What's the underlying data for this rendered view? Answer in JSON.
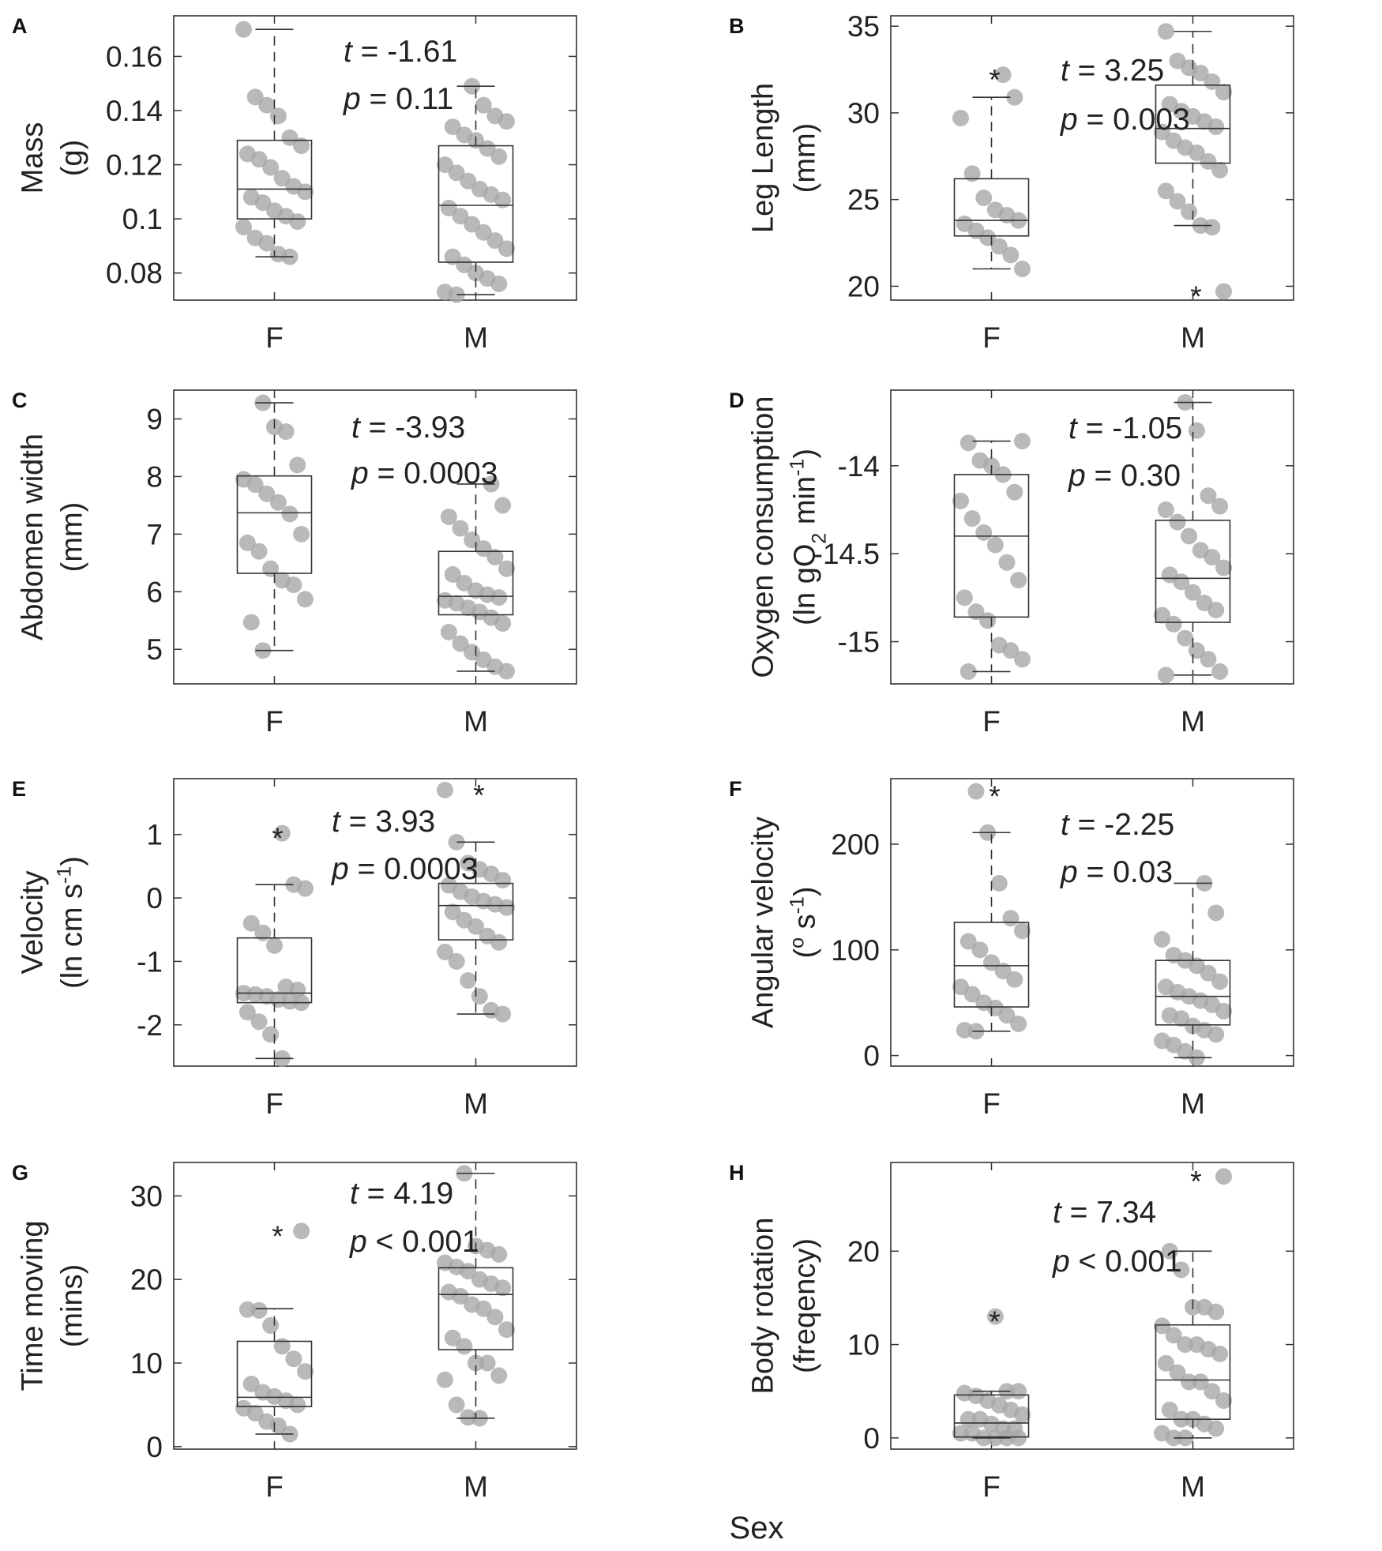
{
  "x_label": "Sex",
  "chart_data": [
    {
      "panel": "A",
      "type": "box",
      "categories": [
        "F",
        "M"
      ],
      "ylabel": [
        "Mass",
        "(g)"
      ],
      "ylim": [
        0.07,
        0.175
      ],
      "yticks": [
        0.08,
        0.1,
        0.12,
        0.14,
        0.16
      ],
      "ytick_labels": [
        "0.08",
        "0.1",
        "0.12",
        "0.14",
        "0.16"
      ],
      "annotation": {
        "t": "-1.61",
        "p_op": "=",
        "p": "0.11"
      },
      "boxes": [
        {
          "q1": 0.1,
          "median": 0.111,
          "q3": 0.129,
          "whisker_low": 0.086,
          "whisker_high": 0.17,
          "outliers": [],
          "points": [
            0.17,
            0.145,
            0.142,
            0.138,
            0.13,
            0.127,
            0.124,
            0.122,
            0.119,
            0.115,
            0.112,
            0.11,
            0.108,
            0.106,
            0.103,
            0.101,
            0.099,
            0.097,
            0.093,
            0.091,
            0.087,
            0.086
          ]
        },
        {
          "q1": 0.084,
          "median": 0.105,
          "q3": 0.127,
          "whisker_low": 0.072,
          "whisker_high": 0.149,
          "outliers": [],
          "points": [
            0.149,
            0.142,
            0.138,
            0.136,
            0.134,
            0.131,
            0.129,
            0.126,
            0.123,
            0.12,
            0.117,
            0.114,
            0.111,
            0.109,
            0.107,
            0.104,
            0.101,
            0.098,
            0.095,
            0.092,
            0.089,
            0.086,
            0.083,
            0.08,
            0.078,
            0.076,
            0.073,
            0.072
          ]
        }
      ]
    },
    {
      "panel": "B",
      "type": "box",
      "categories": [
        "F",
        "M"
      ],
      "ylabel": [
        "Leg Length",
        "(mm)"
      ],
      "ylim": [
        19.2,
        35.6
      ],
      "yticks": [
        20,
        25,
        30,
        35
      ],
      "ytick_labels": [
        "20",
        "25",
        "30",
        "35"
      ],
      "annotation": {
        "t": "3.25",
        "p_op": "=",
        "p": "0.003"
      },
      "boxes": [
        {
          "q1": 22.9,
          "median": 23.8,
          "q3": 26.2,
          "whisker_low": 21.0,
          "whisker_high": 30.9,
          "outliers": [
            32.2
          ],
          "points": [
            32.2,
            30.9,
            29.7,
            26.5,
            25.1,
            24.4,
            24.1,
            23.8,
            23.6,
            23.2,
            22.8,
            22.3,
            21.8,
            21.0
          ]
        },
        {
          "q1": 27.1,
          "median": 29.1,
          "q3": 31.6,
          "whisker_low": 23.5,
          "whisker_high": 34.7,
          "outliers": [
            19.7
          ],
          "points": [
            34.7,
            33.0,
            32.6,
            32.3,
            31.8,
            31.2,
            30.5,
            30.1,
            29.8,
            29.5,
            29.2,
            28.9,
            28.4,
            28.0,
            27.7,
            27.2,
            26.7,
            25.5,
            24.9,
            24.3,
            23.5,
            23.4,
            19.7
          ]
        }
      ]
    },
    {
      "panel": "C",
      "type": "box",
      "categories": [
        "F",
        "M"
      ],
      "ylabel": [
        "Abdomen width",
        "(mm)"
      ],
      "ylim": [
        4.4,
        9.5
      ],
      "yticks": [
        5,
        6,
        7,
        8,
        9
      ],
      "ytick_labels": [
        "5",
        "6",
        "7",
        "8",
        "9"
      ],
      "annotation": {
        "t": "-3.93",
        "p_op": "=",
        "p": "0.0003"
      },
      "boxes": [
        {
          "q1": 6.32,
          "median": 7.37,
          "q3": 8.01,
          "whisker_low": 4.98,
          "whisker_high": 9.28,
          "outliers": [],
          "points": [
            9.28,
            8.86,
            8.78,
            8.2,
            7.95,
            7.86,
            7.7,
            7.55,
            7.35,
            7.0,
            6.85,
            6.7,
            6.4,
            6.2,
            6.12,
            5.87,
            5.47,
            4.98
          ]
        },
        {
          "q1": 5.6,
          "median": 5.92,
          "q3": 6.7,
          "whisker_low": 4.62,
          "whisker_high": 7.87,
          "outliers": [],
          "points": [
            7.87,
            7.5,
            7.3,
            7.1,
            6.9,
            6.75,
            6.6,
            6.4,
            6.3,
            6.15,
            6.02,
            5.95,
            5.9,
            5.85,
            5.8,
            5.72,
            5.65,
            5.55,
            5.45,
            5.3,
            5.1,
            4.95,
            4.82,
            4.7,
            4.62
          ]
        }
      ]
    },
    {
      "panel": "D",
      "type": "box",
      "categories": [
        "F",
        "M"
      ],
      "ylabel": [
        "Oxygen consumption",
        "(ln gO",
        "2",
        " min",
        "-1",
        ")"
      ],
      "ylim": [
        -15.24,
        -13.57
      ],
      "yticks": [
        -15,
        -14.5,
        -14
      ],
      "ytick_labels": [
        "-15",
        "-14.5",
        "-14"
      ],
      "annotation": {
        "t": "-1.05",
        "p_op": "=",
        "p": "0.30"
      },
      "boxes": [
        {
          "q1": -14.86,
          "median": -14.4,
          "q3": -14.05,
          "whisker_low": -15.17,
          "whisker_high": -13.86,
          "outliers": [],
          "points": [
            -13.86,
            -13.87,
            -13.97,
            -14.0,
            -14.05,
            -14.15,
            -14.2,
            -14.3,
            -14.38,
            -14.45,
            -14.55,
            -14.65,
            -14.75,
            -14.83,
            -14.88,
            -15.02,
            -15.05,
            -15.1,
            -15.17
          ]
        },
        {
          "q1": -14.89,
          "median": -14.64,
          "q3": -14.31,
          "whisker_low": -15.19,
          "whisker_high": -13.64,
          "outliers": [],
          "points": [
            -13.64,
            -13.8,
            -14.17,
            -14.23,
            -14.25,
            -14.32,
            -14.4,
            -14.48,
            -14.52,
            -14.58,
            -14.62,
            -14.66,
            -14.72,
            -14.78,
            -14.82,
            -14.85,
            -14.9,
            -14.98,
            -15.05,
            -15.1,
            -15.17,
            -15.19
          ]
        }
      ]
    },
    {
      "panel": "E",
      "type": "box",
      "categories": [
        "F",
        "M"
      ],
      "ylabel": [
        "Velocity",
        "(ln cm s",
        "-1",
        ")"
      ],
      "ylim": [
        -2.65,
        1.88
      ],
      "yticks": [
        -2,
        -1,
        0,
        1
      ],
      "ytick_labels": [
        "-2",
        "-1",
        "0",
        "1"
      ],
      "annotation": {
        "t": "3.93",
        "p_op": "=",
        "p": "0.0003"
      },
      "boxes": [
        {
          "q1": -1.65,
          "median": -1.5,
          "q3": -0.63,
          "whisker_low": -2.53,
          "whisker_high": 0.21,
          "outliers": [
            1.02
          ],
          "points": [
            1.02,
            0.21,
            0.15,
            -0.4,
            -0.55,
            -0.75,
            -1.4,
            -1.45,
            -1.5,
            -1.52,
            -1.55,
            -1.6,
            -1.63,
            -1.65,
            -1.8,
            -1.95,
            -2.15,
            -2.53
          ]
        },
        {
          "q1": -0.66,
          "median": -0.12,
          "q3": 0.23,
          "whisker_low": -1.83,
          "whisker_high": 0.88,
          "outliers": [
            1.7
          ],
          "points": [
            1.7,
            0.88,
            0.55,
            0.45,
            0.38,
            0.28,
            0.2,
            0.1,
            0.02,
            -0.05,
            -0.1,
            -0.15,
            -0.22,
            -0.35,
            -0.45,
            -0.6,
            -0.7,
            -0.85,
            -1.0,
            -1.3,
            -1.55,
            -1.77,
            -1.83
          ]
        }
      ]
    },
    {
      "panel": "F",
      "type": "box",
      "categories": [
        "F",
        "M"
      ],
      "ylabel": [
        "Angular velocity",
        "(",
        "o",
        " s",
        "-1",
        ")"
      ],
      "ylim": [
        -10,
        262
      ],
      "yticks": [
        0,
        100,
        200
      ],
      "ytick_labels": [
        "0",
        "100",
        "200"
      ],
      "annotation": {
        "t": "-2.25",
        "p_op": "=",
        "p": "0.03"
      },
      "boxes": [
        {
          "q1": 46,
          "median": 85,
          "q3": 126,
          "whisker_low": 23,
          "whisker_high": 211,
          "outliers": [
            250
          ],
          "points": [
            250,
            211,
            163,
            130,
            118,
            108,
            100,
            88,
            80,
            72,
            65,
            58,
            50,
            45,
            38,
            30,
            24,
            23
          ]
        },
        {
          "q1": 29,
          "median": 56,
          "q3": 90,
          "whisker_low": -2,
          "whisker_high": 163,
          "outliers": [],
          "points": [
            163,
            135,
            110,
            95,
            90,
            85,
            78,
            70,
            65,
            60,
            56,
            52,
            48,
            42,
            38,
            35,
            28,
            24,
            20,
            14,
            10,
            4,
            -2
          ]
        }
      ]
    },
    {
      "panel": "G",
      "type": "box",
      "categories": [
        "F",
        "M"
      ],
      "ylabel": [
        "Time moving",
        "(mins)"
      ],
      "ylim": [
        -0.3,
        34
      ],
      "yticks": [
        0,
        10,
        20,
        30
      ],
      "ytick_labels": [
        "0",
        "10",
        "20",
        "30"
      ],
      "annotation": {
        "t": "4.19",
        "p_op": "<",
        "p": "0.001"
      },
      "boxes": [
        {
          "q1": 4.8,
          "median": 5.9,
          "q3": 12.6,
          "whisker_low": 1.5,
          "whisker_high": 16.5,
          "outliers": [
            25.8
          ],
          "points": [
            25.8,
            16.4,
            16.3,
            14.5,
            12.0,
            10.5,
            9.0,
            7.5,
            6.5,
            6.0,
            5.5,
            5.0,
            4.6,
            4.0,
            3.0,
            2.5,
            1.5
          ]
        },
        {
          "q1": 11.6,
          "median": 18.2,
          "q3": 21.4,
          "whisker_low": 3.4,
          "whisker_high": 32.7,
          "outliers": [],
          "points": [
            32.7,
            24.0,
            23.5,
            23.0,
            22.0,
            21.5,
            21.0,
            20.0,
            19.5,
            19.0,
            18.5,
            18.0,
            17.0,
            16.5,
            15.5,
            14.0,
            13.0,
            12.0,
            10.0,
            10.0,
            8.5,
            8.0,
            5.0,
            3.5,
            3.4
          ]
        }
      ]
    },
    {
      "panel": "H",
      "type": "box",
      "categories": [
        "F",
        "M"
      ],
      "ylabel": [
        "Body rotation",
        "(freqency)"
      ],
      "ylim": [
        -1.2,
        29.5
      ],
      "yticks": [
        0,
        10,
        20
      ],
      "ytick_labels": [
        "0",
        "10",
        "20"
      ],
      "annotation": {
        "t": "7.34",
        "p_op": "<",
        "p": "0.001"
      },
      "boxes": [
        {
          "q1": 0.1,
          "median": 1.6,
          "q3": 4.6,
          "whisker_low": 0.0,
          "whisker_high": 5.0,
          "outliers": [
            13.0
          ],
          "points": [
            13.0,
            5.0,
            5.0,
            4.8,
            4.5,
            4.0,
            3.5,
            3.0,
            2.5,
            2.0,
            2.0,
            1.5,
            1.0,
            1.0,
            0.5,
            0.5,
            0.0,
            0.0,
            0.0,
            0.0
          ]
        },
        {
          "q1": 2.0,
          "median": 6.2,
          "q3": 12.1,
          "whisker_low": 0.0,
          "whisker_high": 20.0,
          "outliers": [
            28.0
          ],
          "points": [
            28.0,
            20.0,
            18.0,
            14.0,
            14.0,
            13.5,
            12.0,
            11.0,
            10.0,
            10.0,
            9.5,
            9.0,
            8.0,
            7.0,
            6.0,
            6.0,
            5.0,
            4.0,
            3.0,
            2.0,
            2.0,
            1.5,
            1.0,
            0.5,
            0.0,
            0.0
          ]
        }
      ]
    }
  ]
}
